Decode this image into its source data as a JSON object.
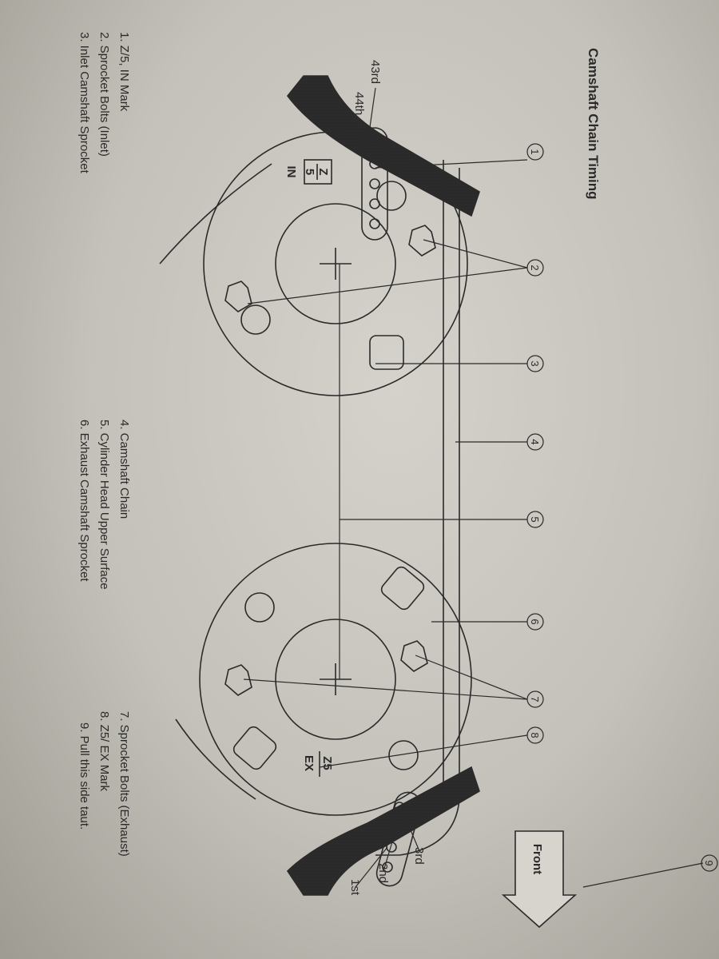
{
  "title": "Camshaft Chain Timing",
  "front_label": "Front",
  "pin_labels": {
    "inlet_43": "43rd",
    "inlet_44": "44th",
    "ex_3": "3rd",
    "ex_2": "2nd",
    "ex_1": "1st"
  },
  "marks": {
    "in_z": "Z",
    "in_5": "5",
    "in_text": "IN",
    "ex_z5": "Z5",
    "ex_text": "EX"
  },
  "callouts": [
    "1",
    "2",
    "3",
    "4",
    "5",
    "6",
    "7",
    "8",
    "9"
  ],
  "legend": [
    "1. Z/5, IN Mark",
    "2. Sprocket Bolts (Inlet)",
    "3. Inlet Camshaft Sprocket",
    "4. Camshaft Chain",
    "5. Cylinder Head Upper Surface",
    "6. Exhaust Camshaft Sprocket",
    "7. Sprocket Bolts (Exhaust)",
    "8. Z5/ EX Mark",
    "9. Pull this side taut."
  ]
}
